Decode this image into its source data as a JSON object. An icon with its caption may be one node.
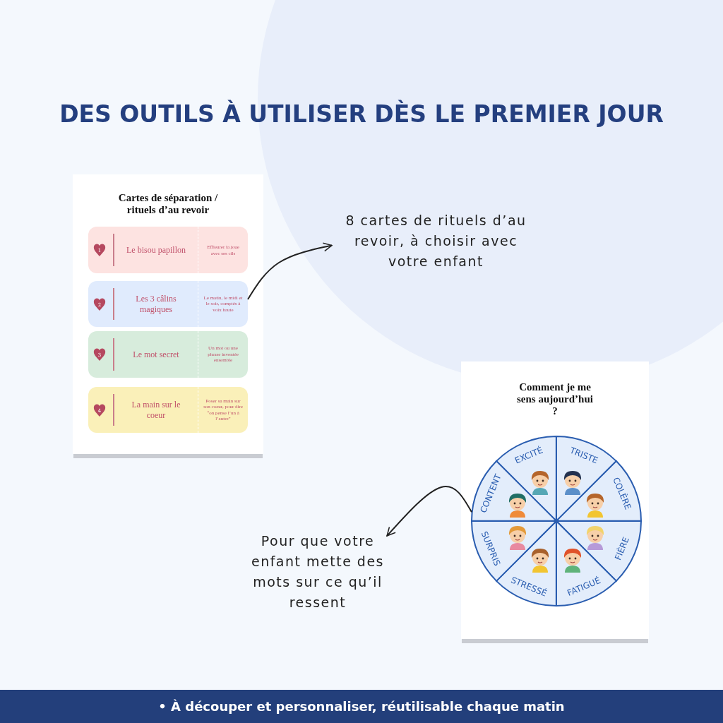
{
  "diagram": {
    "title": "DES OUTILS À UTILISER DÈS LE PREMIER JOUR",
    "nodes": [
      {
        "text": [
          "Cartes de séparation / rituels d’au revoir"
        ]
      },
      {
        "text": [
          "1",
          "Le bisou papillon",
          "Effleurer la joue avec ses cils"
        ],
        "in": 0
      },
      {
        "text": [
          "2",
          "Les 3 câlins magiques",
          "Le matin, le midi et le soir, comptés à voix haute"
        ],
        "in": 0
      },
      {
        "text": [
          "3",
          "Le mot secret",
          "Un mot ou une phrase inventée ensemble"
        ],
        "in": 0
      },
      {
        "text": [
          "4",
          "La main sur le coeur",
          "Poser sa main sur son coeur, pour dire “on pense l’un à l’autre”"
        ],
        "in": 0
      },
      {
        "text": [
          "8 cartes de rituels d’au revoir, à choisir avec votre enfant"
        ]
      },
      {
        "text": [
          "Comment je me sens aujourd’hui ?"
        ]
      },
      {
        "text": [
          "EXCITÉ"
        ],
        "in": 6
      },
      {
        "text": [
          "TRISTE"
        ],
        "in": 6
      },
      {
        "text": [
          "COLÈRE"
        ],
        "in": 6
      },
      {
        "text": [
          "FIÈRE"
        ],
        "in": 6
      },
      {
        "text": [
          "FATIGUÉ"
        ],
        "in": 6
      },
      {
        "text": [
          "STRESSÉ"
        ],
        "in": 6
      },
      {
        "text": [
          "SURPRIS"
        ],
        "in": 6
      },
      {
        "text": [
          "CONTENT"
        ],
        "in": 6
      },
      {
        "text": [
          "Pour que votre enfant mette des mots sur ce qu’il ressent"
        ]
      }
    ],
    "edges": [
      {
        "from": 2,
        "to": 5,
        "arrow": "to"
      },
      {
        "from": 14,
        "to": 15,
        "arrow": "to"
      }
    ],
    "labels": [
      "• À découper et personnaliser, réutilisable chaque matin"
    ]
  }
}
